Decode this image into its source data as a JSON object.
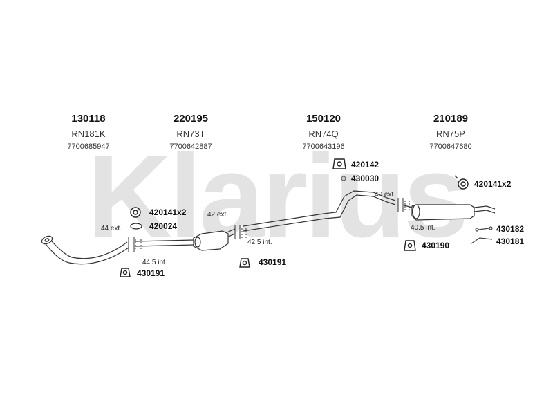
{
  "watermark": "Klarius",
  "colors": {
    "watermark": "#e3e3e3",
    "line": "#333333",
    "fill": "#ffffff"
  },
  "components": [
    {
      "part_no": "130118",
      "code": "RN181K",
      "oem": "7700685947"
    },
    {
      "part_no": "220195",
      "code": "RN73T",
      "oem": "7700642887"
    },
    {
      "part_no": "150120",
      "code": "RN74Q",
      "oem": "7700643196"
    },
    {
      "part_no": "210189",
      "code": "RN75P",
      "oem": "7700647680"
    }
  ],
  "fittings": {
    "clamp_a": "420141x2",
    "gasket_a": "420024",
    "hanger_a": "430191",
    "hanger_b": "430191",
    "mount_a": "420142",
    "nut_a": "430030",
    "clamp_b": "420141x2",
    "hanger_c": "430190",
    "ring_a": "430182",
    "hook_a": "430181"
  },
  "dimensions": {
    "d1": "44 ext.",
    "d2": "44.5 int.",
    "d3": "42 ext.",
    "d4": "42.5 int.",
    "d5": "40 ext.",
    "d6": "40.5 int."
  }
}
